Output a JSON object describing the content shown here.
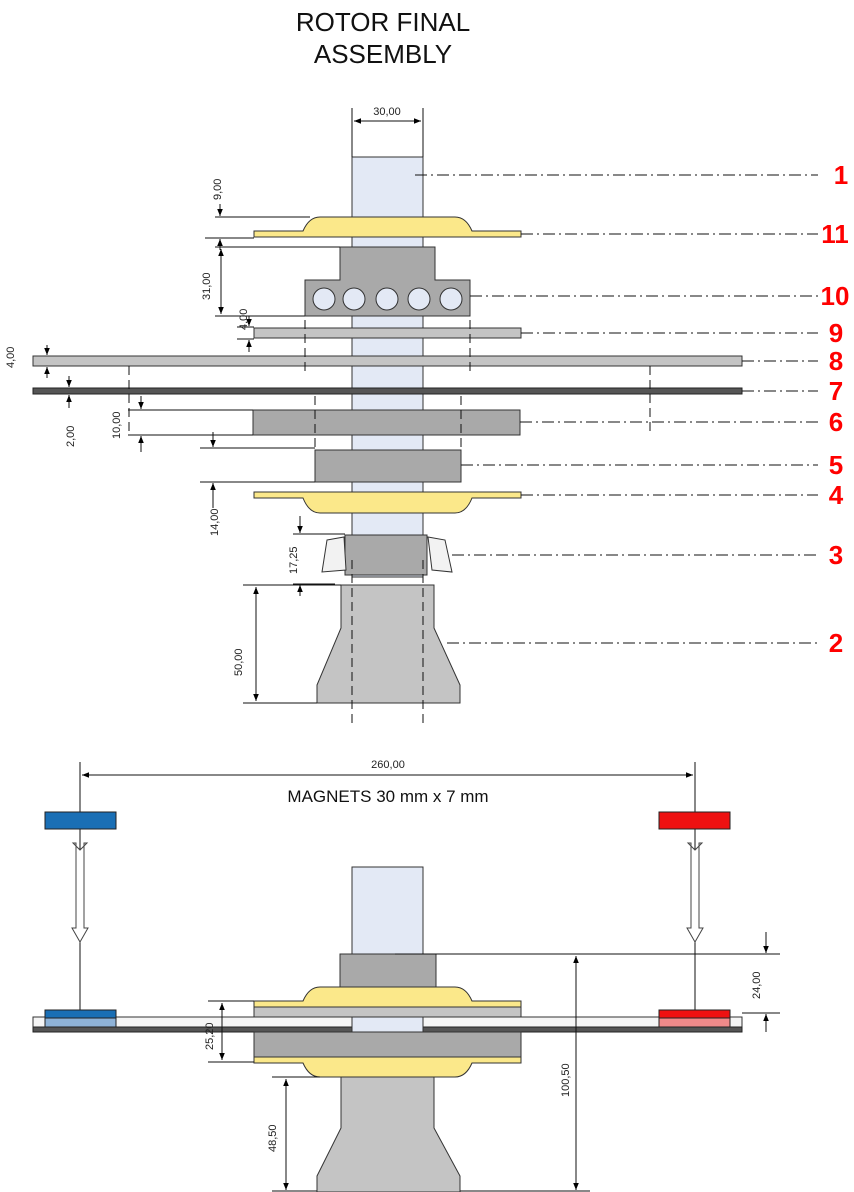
{
  "title": {
    "line1": "ROTOR FINAL",
    "line2": "ASSEMBLY"
  },
  "top_dimensions": {
    "shaft_width": "30,00",
    "d_9": "9,00",
    "d_31": "31,00",
    "d_4a": "4,00",
    "d_4b": "4,00",
    "d_2": "2,00",
    "d_10": "10,00",
    "d_14": "14,00",
    "d_1725": "17,25",
    "d_50": "50,00"
  },
  "callouts": [
    "1",
    "11",
    "10",
    "9",
    "8",
    "7",
    "6",
    "5",
    "4",
    "3",
    "2"
  ],
  "bottom_dimensions": {
    "span": "260,00",
    "magnets": "MAGNETS 30 mm x 7 mm",
    "d_24": "24,00",
    "d_2520": "25,20",
    "d_1005": "100,50",
    "d_485": "48,50"
  },
  "colors": {
    "shaft": "#e3e9f5",
    "gray_part": "#a9a9a9",
    "light_gray": "#c4c4c4",
    "yellow": "#fbe88a",
    "callout_red": "#ff0000",
    "magnet_blue": "#1a6fb5",
    "magnet_red": "#ee1111"
  }
}
